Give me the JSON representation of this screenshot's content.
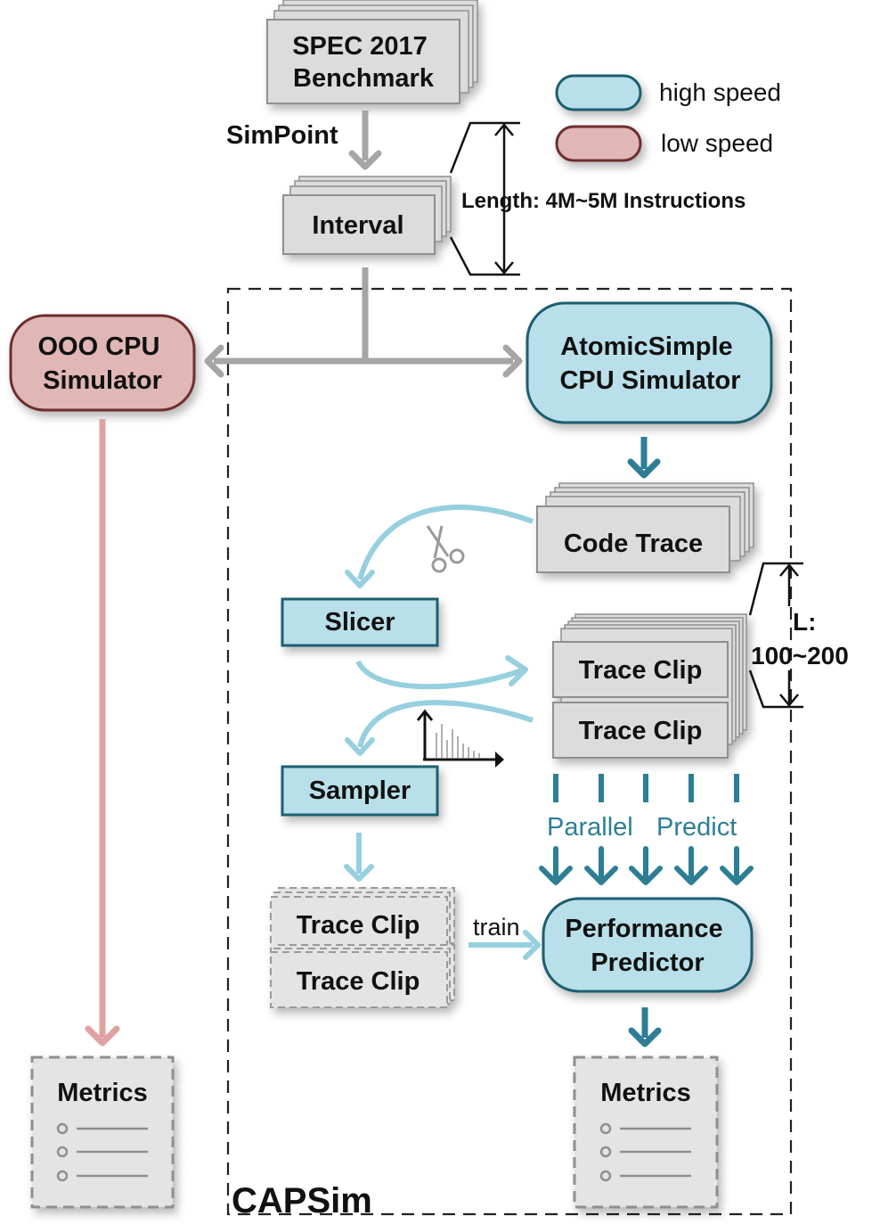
{
  "benchmark": {
    "line1": "SPEC 2017",
    "line2": "Benchmark"
  },
  "simpoint_label": "SimPoint",
  "interval_label": "Interval",
  "length_note": "Length: 4M~5M Instructions",
  "legend": {
    "high": {
      "label": "high speed",
      "color": "#b9e0ea"
    },
    "low": {
      "label": "low speed",
      "color": "#e0b7b5"
    }
  },
  "ooo_sim": {
    "line1": "OOO CPU",
    "line2": "Simulator"
  },
  "atomic_sim": {
    "line1": "AtomicSimple",
    "line2": "CPU Simulator"
  },
  "code_trace": "Code Trace",
  "slicer": "Slicer",
  "trace_clip_top": "Trace Clip",
  "trace_clip_bottom": "Trace Clip",
  "clip_length": {
    "line1": "L:",
    "line2": "100~200"
  },
  "sampler": "Sampler",
  "parallel_predict": {
    "word1": "Parallel",
    "word2": "Predict"
  },
  "sampled_clip_top": "Trace Clip",
  "sampled_clip_bottom": "Trace Clip",
  "train_label": "train",
  "predictor": {
    "line1": "Performance",
    "line2": "Predictor"
  },
  "metrics_left": "Metrics",
  "metrics_right": "Metrics",
  "frame_label": "CAPSim",
  "colors": {
    "teal_dark": "#2d7e95",
    "teal_light": "#96d0df",
    "gray_arrow": "#a6a6a6",
    "red_arrow": "#e0a2a0",
    "box_gray": "#dcdcdc"
  }
}
